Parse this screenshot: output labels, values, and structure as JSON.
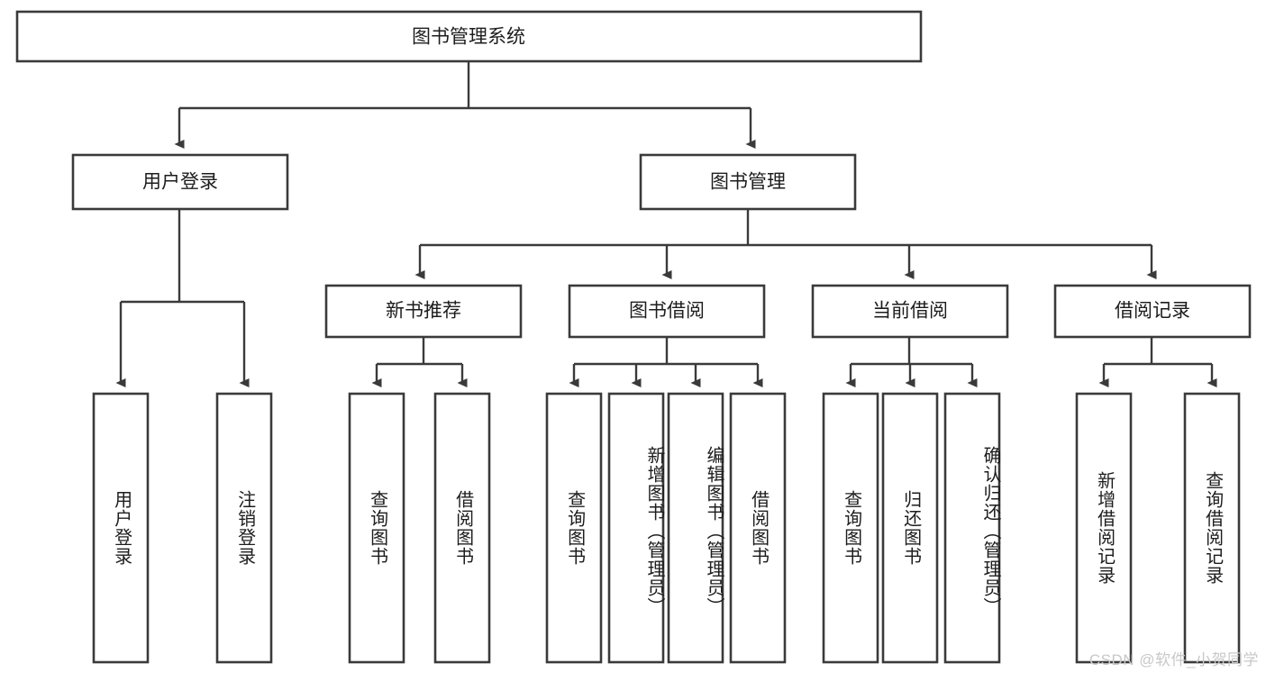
{
  "diagram": {
    "type": "tree-hierarchy",
    "title": "图书管理系统",
    "watermark": "CSDN @软件_小贺同学",
    "colors": {
      "stroke": "#3a3a3a",
      "fill": "#ffffff",
      "text": "#1d1d1d",
      "watermark": "#c8c8c8",
      "background": "#ffffff"
    },
    "root": {
      "label": "图书管理系统"
    },
    "level2": [
      {
        "label": "用户登录"
      },
      {
        "label": "图书管理"
      }
    ],
    "level3": [
      {
        "label": "新书推荐"
      },
      {
        "label": "图书借阅"
      },
      {
        "label": "当前借阅"
      },
      {
        "label": "借阅记录"
      }
    ],
    "leaves": {
      "user_login": [
        {
          "label": "用户登录"
        },
        {
          "label": "注销登录"
        }
      ],
      "new_book_recommend": [
        {
          "label": "查询图书"
        },
        {
          "label": "借阅图书"
        }
      ],
      "book_borrow": [
        {
          "label": "查询图书"
        },
        {
          "label": "新增图书（管理员）"
        },
        {
          "label": "编辑图书（管理员）"
        },
        {
          "label": "借阅图书"
        }
      ],
      "current_borrow": [
        {
          "label": "查询图书"
        },
        {
          "label": "归还图书"
        },
        {
          "label": "确认归还（管理员）"
        }
      ],
      "borrow_record": [
        {
          "label": "新增借阅记录"
        },
        {
          "label": "查询借阅记录"
        }
      ]
    }
  }
}
